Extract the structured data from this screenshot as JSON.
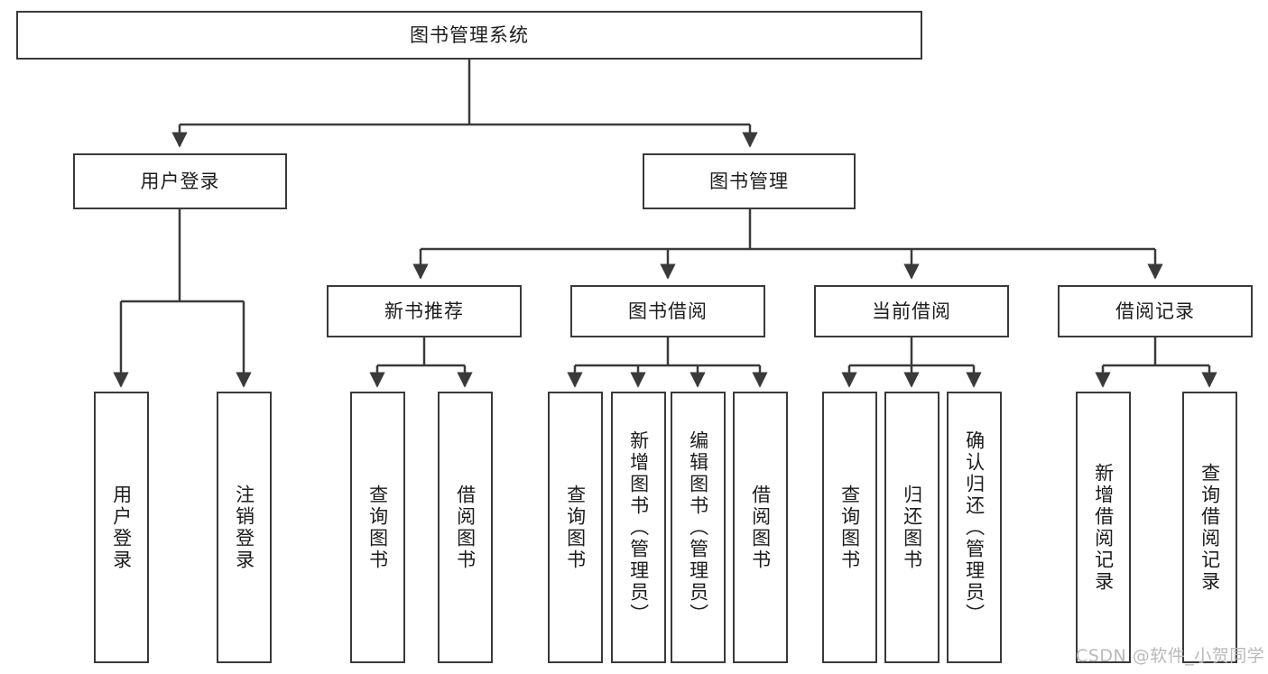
{
  "diagram": {
    "type": "tree",
    "title": "图书管理系统",
    "root": {
      "label": "图书管理系统"
    },
    "level2": [
      {
        "label": "用户登录"
      },
      {
        "label": "图书管理"
      }
    ],
    "level3": [
      {
        "label": "新书推荐"
      },
      {
        "label": "图书借阅"
      },
      {
        "label": "当前借阅"
      },
      {
        "label": "借阅记录"
      }
    ],
    "leaves": {
      "user_login": [
        {
          "label": "用户登录"
        },
        {
          "label": "注销登录"
        }
      ],
      "new_book_recommend": [
        {
          "label": "查询图书"
        },
        {
          "label": "借阅图书"
        }
      ],
      "book_borrow": [
        {
          "label": "查询图书"
        },
        {
          "label": "新增图书（管理员）"
        },
        {
          "label": "编辑图书（管理员）"
        },
        {
          "label": "借阅图书"
        }
      ],
      "current_borrow": [
        {
          "label": "查询图书"
        },
        {
          "label": "归还图书"
        },
        {
          "label": "确认归还（管理员）"
        }
      ],
      "borrow_record": [
        {
          "label": "新增借阅记录"
        },
        {
          "label": "查询借阅记录"
        }
      ]
    }
  },
  "watermark": {
    "text": "CSDN @软件_小贺同学"
  },
  "colors": {
    "stroke": "#3a3a3a",
    "fill": "#ffffff",
    "text": "#1c1c1c",
    "watermark": "#b9b9b9"
  }
}
